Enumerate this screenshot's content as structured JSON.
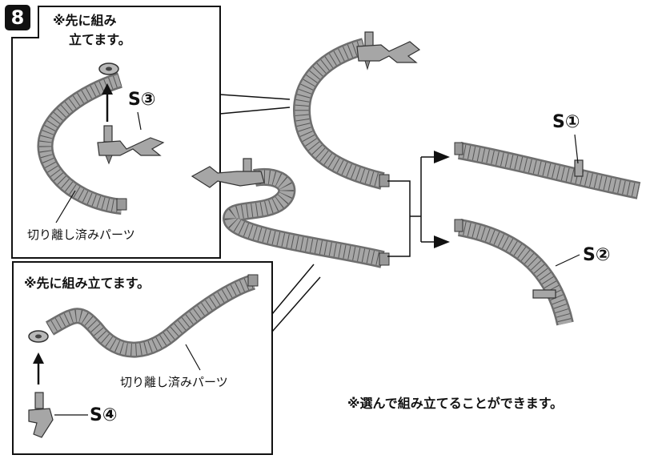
{
  "step": {
    "number": "8"
  },
  "panels": {
    "top_left": {
      "note_line1": "※先に組み",
      "note_line2": "立てます。",
      "part_label": "S③",
      "cut_label": "切り離し済みパーツ"
    },
    "bottom_left": {
      "note": "※先に組み立てます。",
      "part_label": "S④",
      "cut_label": "切り離し済みパーツ"
    }
  },
  "right": {
    "part1_label": "S①",
    "part2_label": "S②",
    "choose_note": "※選んで組み立てることができます。"
  },
  "colors": {
    "part_fill": "#a6a6a6",
    "part_shadow": "#6e6e6e",
    "line": "#111111"
  }
}
